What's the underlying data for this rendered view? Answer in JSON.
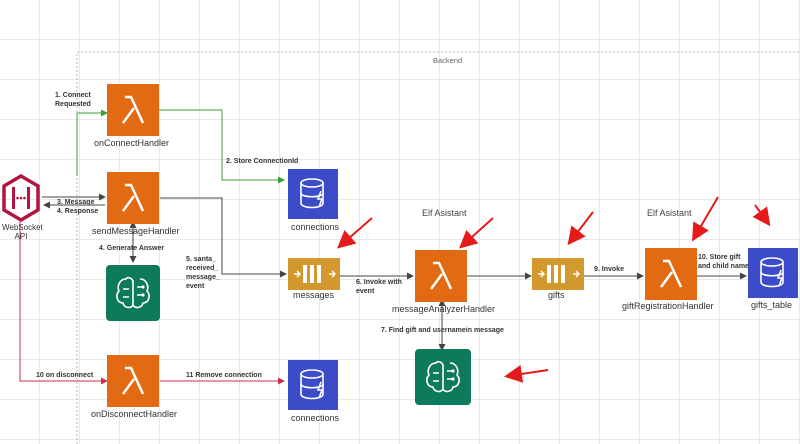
{
  "group": {
    "label": "Backend"
  },
  "websocket": {
    "label": "WebSocket API"
  },
  "lambdas": {
    "connect": "onConnectHandler",
    "send": "sendMessageHandler",
    "analyzer": "messageAnalyzerHandler",
    "gift": "giftRegistrationHandler",
    "disconnect": "onDisconnectHandler"
  },
  "tables": {
    "connections_top": "connections",
    "connections_bottom": "connections",
    "gifts_table": "gifts_table"
  },
  "queues": {
    "messages": "messages",
    "gifts": "gifts"
  },
  "assistants": {
    "analyzer": "Elf Asistant",
    "gift": "Elf Asistant"
  },
  "steps": {
    "s1": "1. Connect Requested",
    "s2": "2. Store  ConnectionId",
    "s3": "3. Message 4. Response",
    "s4": "4. Generate Answer",
    "s5": "5. santa_ received_ message_ event",
    "s6": "6. Invoke with event",
    "s7": "7. Find gift and usernamein message",
    "s9": "9. Invoke",
    "s10": "10. Store gift and child name",
    "s10b": "10 on disconnect",
    "s11": "11 Remove connection"
  },
  "colors": {
    "lambda": "#e26a12",
    "dynamo": "#3c4bc8",
    "queue": "#d29a2e",
    "ai": "#0e7a5c",
    "websocket": "#b3153f",
    "annotation": "#e51a1a"
  }
}
